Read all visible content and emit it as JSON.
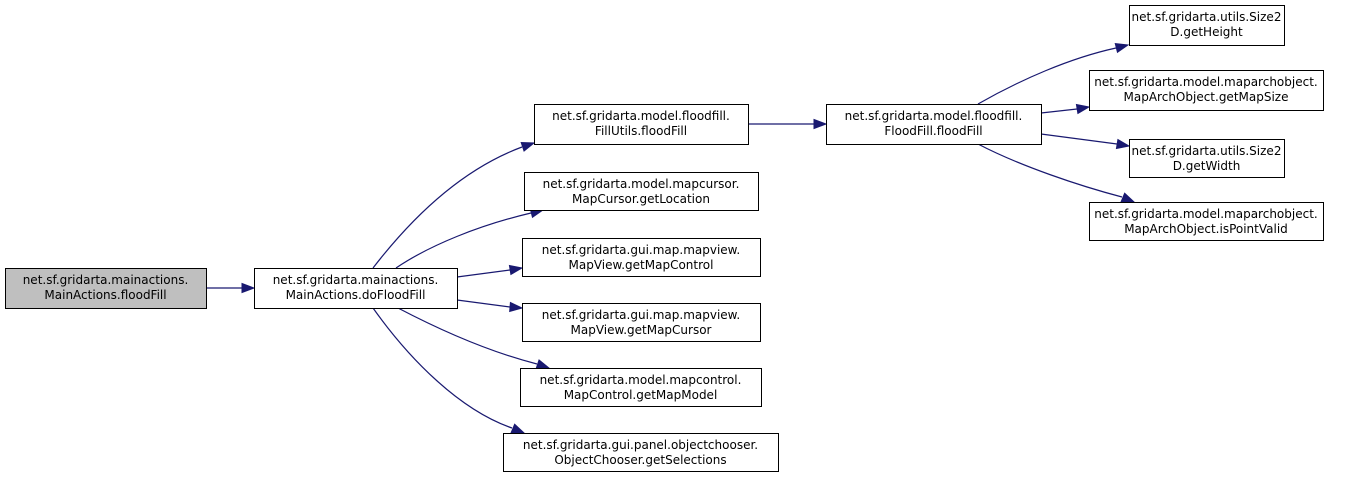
{
  "diagram": {
    "type": "call-graph",
    "colors": {
      "edge": "#191970",
      "root_fill": "#bfbfbf",
      "node_fill": "#ffffff",
      "node_border": "#000000"
    },
    "nodes": [
      {
        "id": "n0",
        "root": true,
        "lines": [
          "net.sf.gridarta.mainactions.",
          "MainActions.floodFill"
        ]
      },
      {
        "id": "n1",
        "lines": [
          "net.sf.gridarta.mainactions.",
          "MainActions.doFloodFill"
        ]
      },
      {
        "id": "n2",
        "lines": [
          "net.sf.gridarta.model.floodfill.",
          "FillUtils.floodFill"
        ]
      },
      {
        "id": "n3",
        "lines": [
          "net.sf.gridarta.model.mapcursor.",
          "MapCursor.getLocation"
        ]
      },
      {
        "id": "n4",
        "lines": [
          "net.sf.gridarta.gui.map.mapview.",
          "MapView.getMapControl"
        ]
      },
      {
        "id": "n5",
        "lines": [
          "net.sf.gridarta.gui.map.mapview.",
          "MapView.getMapCursor"
        ]
      },
      {
        "id": "n6",
        "lines": [
          "net.sf.gridarta.model.mapcontrol.",
          "MapControl.getMapModel"
        ]
      },
      {
        "id": "n7",
        "lines": [
          "net.sf.gridarta.gui.panel.objectchooser.",
          "ObjectChooser.getSelections"
        ]
      },
      {
        "id": "n8",
        "lines": [
          "net.sf.gridarta.model.floodfill.",
          "FloodFill.floodFill"
        ]
      },
      {
        "id": "n9",
        "lines": [
          "net.sf.gridarta.utils.Size2",
          "D.getHeight"
        ]
      },
      {
        "id": "n10",
        "lines": [
          "net.sf.gridarta.model.maparchobject.",
          "MapArchObject.getMapSize"
        ]
      },
      {
        "id": "n11",
        "lines": [
          "net.sf.gridarta.utils.Size2",
          "D.getWidth"
        ]
      },
      {
        "id": "n12",
        "lines": [
          "net.sf.gridarta.model.maparchobject.",
          "MapArchObject.isPointValid"
        ]
      }
    ],
    "edges": [
      {
        "from": "n0",
        "to": "n1"
      },
      {
        "from": "n1",
        "to": "n2"
      },
      {
        "from": "n1",
        "to": "n3"
      },
      {
        "from": "n1",
        "to": "n4"
      },
      {
        "from": "n1",
        "to": "n5"
      },
      {
        "from": "n1",
        "to": "n6"
      },
      {
        "from": "n1",
        "to": "n7"
      },
      {
        "from": "n2",
        "to": "n8"
      },
      {
        "from": "n8",
        "to": "n9"
      },
      {
        "from": "n8",
        "to": "n10"
      },
      {
        "from": "n8",
        "to": "n11"
      },
      {
        "from": "n8",
        "to": "n12"
      }
    ]
  }
}
